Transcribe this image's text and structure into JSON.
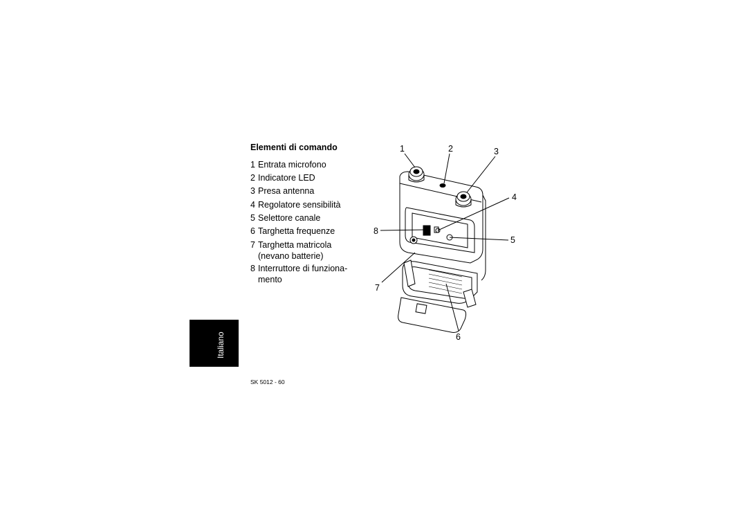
{
  "heading": "Elementi di comando",
  "items": [
    {
      "num": "1",
      "text": "Entrata microfono"
    },
    {
      "num": "2",
      "text": "Indicatore LED"
    },
    {
      "num": "3",
      "text": "Presa antenna"
    },
    {
      "num": "4",
      "text": "Regolatore sensibilità"
    },
    {
      "num": "5",
      "text": "Selettore canale"
    },
    {
      "num": "6",
      "text": "Targhetta frequenze"
    },
    {
      "num": "7",
      "text": "Targhetta matricola",
      "cont": "(nevano batterie)"
    },
    {
      "num": "8",
      "text": "Interruttore di funziona-",
      "cont": "mento"
    }
  ],
  "language_tab": "Italiano",
  "footer": "SK 5012 - 60",
  "callouts": [
    "1",
    "2",
    "3",
    "4",
    "5",
    "6",
    "7",
    "8"
  ]
}
